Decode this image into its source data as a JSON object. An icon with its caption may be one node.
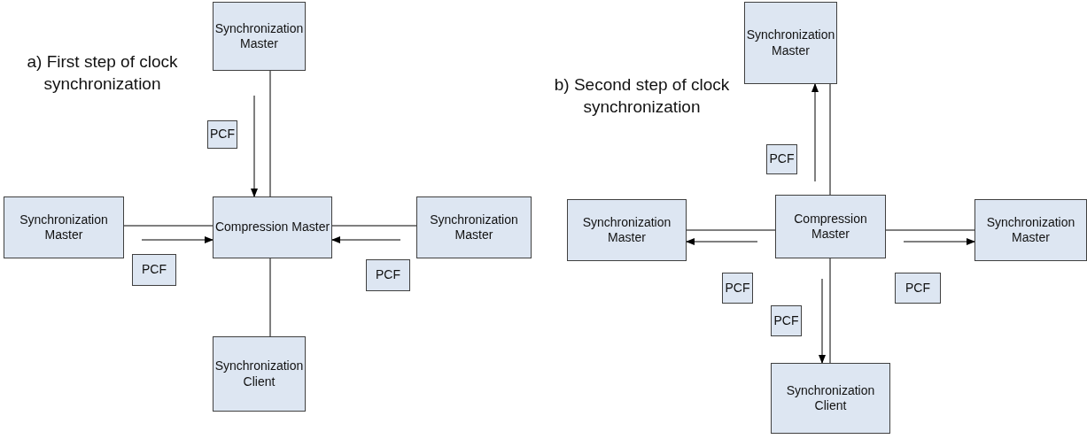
{
  "diagram": {
    "nodes": [
      {
        "text": [
          "Synchronization Master"
        ]
      },
      {
        "text": [
          "PCF"
        ]
      },
      {
        "text": [
          "Synchronization Master"
        ]
      },
      {
        "text": [
          "Compression Master"
        ]
      },
      {
        "text": [
          "Synchronization Master"
        ]
      },
      {
        "text": [
          "PCF"
        ]
      },
      {
        "text": [
          "PCF"
        ]
      },
      {
        "text": [
          "Synchronization Client"
        ]
      },
      {
        "text": [
          "Synchronization Master"
        ]
      },
      {
        "text": [
          "PCF"
        ]
      },
      {
        "text": [
          "Synchronization Master"
        ]
      },
      {
        "text": [
          "Compression Master"
        ]
      },
      {
        "text": [
          "Synchronization Master"
        ]
      },
      {
        "text": [
          "PCF"
        ]
      },
      {
        "text": [
          "PCF"
        ]
      },
      {
        "text": [
          "PCF"
        ]
      },
      {
        "text": [
          "Synchronization Client"
        ]
      }
    ],
    "edges": [
      {
        "from": 0,
        "to": 3,
        "arrow": "none"
      },
      {
        "from": 2,
        "to": 3,
        "arrow": "none"
      },
      {
        "from": 4,
        "to": 3,
        "arrow": "none"
      },
      {
        "from": 3,
        "to": 7,
        "arrow": "none"
      },
      {
        "from": null,
        "to": 3,
        "arrow": "to"
      },
      {
        "from": null,
        "to": 3,
        "arrow": "to"
      },
      {
        "from": null,
        "to": 3,
        "arrow": "to"
      },
      {
        "from": 11,
        "to": 8,
        "arrow": "none"
      },
      {
        "from": 10,
        "to": 11,
        "arrow": "none"
      },
      {
        "from": 11,
        "to": 12,
        "arrow": "none"
      },
      {
        "from": 11,
        "to": 16,
        "arrow": "none"
      },
      {
        "from": null,
        "to": 8,
        "arrow": "to"
      },
      {
        "from": null,
        "to": 10,
        "arrow": "to"
      },
      {
        "from": null,
        "to": 12,
        "arrow": "to"
      },
      {
        "from": null,
        "to": 16,
        "arrow": "to"
      }
    ],
    "labels": [
      "a) First step of clock synchronization",
      "b) Second step of clock synchronization"
    ]
  }
}
